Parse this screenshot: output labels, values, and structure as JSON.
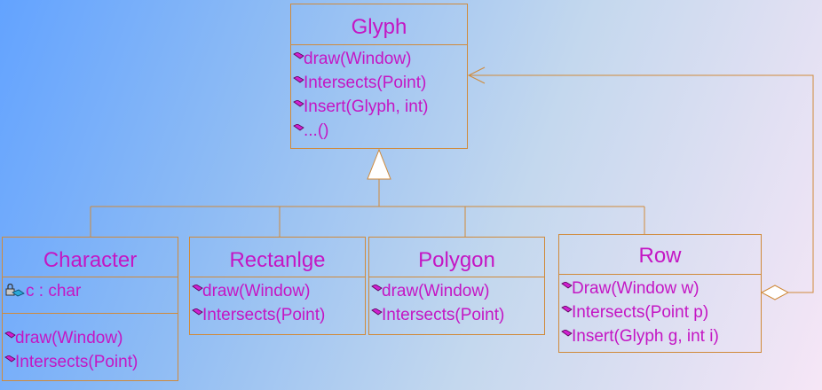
{
  "classes": {
    "glyph": {
      "name": "Glyph",
      "operations": [
        "draw(Window)",
        "Intersects(Point)",
        "Insert(Glyph, int)",
        "...()"
      ]
    },
    "character": {
      "name": "Character",
      "attributes": [
        "c : char"
      ],
      "operations": [
        "draw(Window)",
        "Intersects(Point)"
      ]
    },
    "rectangle": {
      "name": "Rectanlge",
      "operations": [
        "draw(Window)",
        "Intersects(Point)"
      ]
    },
    "polygon": {
      "name": "Polygon",
      "operations": [
        "draw(Window)",
        "Intersects(Point)"
      ]
    },
    "row": {
      "name": "Row",
      "operations": [
        "Draw(Window w)",
        "Intersects(Point p)",
        "Insert(Glyph g, int i)"
      ]
    }
  },
  "relations": [
    {
      "type": "generalization",
      "from": [
        "Character",
        "Rectanlge",
        "Polygon",
        "Row"
      ],
      "to": "Glyph"
    },
    {
      "type": "aggregation",
      "whole": "Row",
      "part": "Glyph"
    }
  ],
  "colors": {
    "class_text": "#c416c4",
    "box_border": "#d08a3a",
    "operation_icon": "#d020d0",
    "attribute_icon": "#2aa8d8"
  }
}
